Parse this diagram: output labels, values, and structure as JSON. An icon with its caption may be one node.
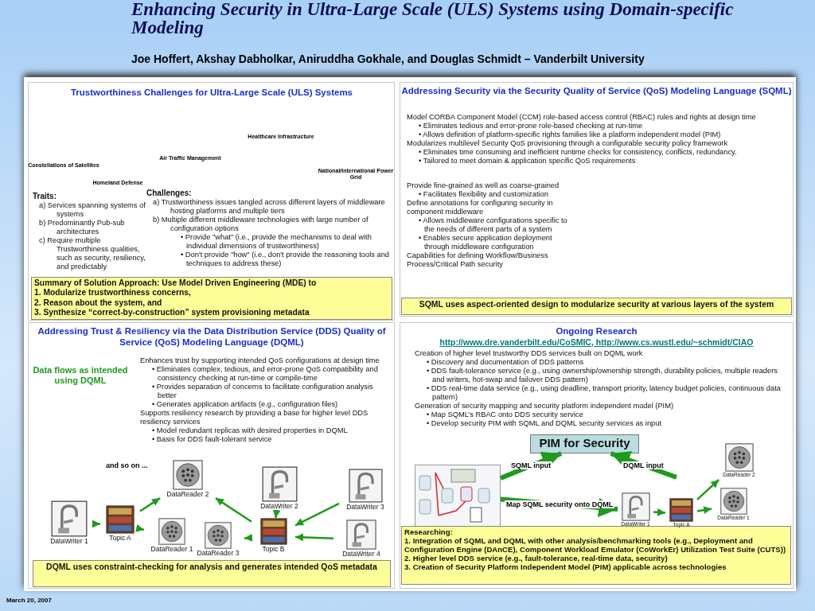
{
  "diagram": {
    "title": "Enhancing Security in Ultra-Large Scale (ULS) Systems using Domain-specific Modeling",
    "nodes": [
      {
        "text": [
          "Trustworthiness Challenges for Ultra-Large Scale (ULS) Systems",
          "Traits:",
          "a) Services spanning systems of systems",
          "b) Predominantly Pub-sub architectures",
          "c) Require multiple Trustworthiness qualities, such as security, resiliency, and predictably",
          "Challenges:",
          "a) Trustworthiness issues tangled across different layers of middleware hosting platforms and multiple tiers",
          "b) Multiple different middleware technologies with large number of configuration options",
          "• Provide \"what\" (i.e., provide the mechanisms to deal with individual dimensions of trustworthiness)",
          "• Don't provide \"how\" (i.e., don't provide the reasoning tools and techniques to address these)"
        ]
      },
      {
        "text": [
          "Summary of Solution Approach: Use Model Driven Engineering (MDE) to",
          "1. Modularize trustworthiness concerns,",
          "2. Reason about the system, and",
          "3. Synthesize “correct-by-construction” system provisioning metadata"
        ],
        "in": 0
      },
      {
        "text": [
          "Addressing Security via the Security Quality of Service (QoS) Modeling Language (SQML)",
          "Model CORBA Component Model (CCM) role-based access control (RBAC) rules and rights at design time",
          "• Eliminates tedious and error-prone role-based checking at run-time",
          "• Allows definition of platform-specific rights families like a platform independent model (PIM)",
          "Modularizes multilevel Security QoS provisioning through a configurable security policy framework",
          "• Eliminates time consuming and inefficient runtime checks for consistency, conflicts, redundancy.",
          "• Tailored to meet domain & application specific QoS requirements",
          "Provide fine-grained as well as coarse-grained",
          "• Facilitates flexibility and customization",
          "Define annotations for configuring security in component middleware",
          "• Allows middleware configurations specific to the needs of different parts of a system",
          "• Enables secure application deployment through middleware configuration",
          "Capabilities for defining Workflow/Business Process/Critical Path security"
        ]
      },
      {
        "text": [
          "SQML uses aspect-oriented design to modularize security at various layers of the system"
        ],
        "in": 2
      },
      {
        "text": [
          "Addressing Trust & Resiliency via the Data Distribution Service (DDS) Quality of Service (QoS) Modeling Language (DQML)",
          "Enhances trust by supporting intended QoS configurations at design time",
          "• Eliminates complex, tedious, and error-prone QoS compatibility and consistency checking at run-time or compile-time",
          "• Provides separation of concerns to facilitate configuration analysis better",
          "• Generates application artifacts (e.g., configuration files)",
          "Supports resiliency research by providing a base for higher level DDS resiliency services",
          "• Model redundant replicas with desired properties in DQML",
          "• Basis for DDS fault-tolerant service"
        ]
      },
      {
        "text": [
          "DataWriter 1"
        ],
        "in": 4
      },
      {
        "text": [
          "Topic A"
        ],
        "in": 4
      },
      {
        "text": [
          "DataReader 2"
        ],
        "in": 4
      },
      {
        "text": [
          "DataReader 1"
        ],
        "in": 4
      },
      {
        "text": [
          "DataReader 3"
        ],
        "in": 4
      },
      {
        "text": [
          "DataWriter 2"
        ],
        "in": 4
      },
      {
        "text": [
          "Topic B"
        ],
        "in": 4
      },
      {
        "text": [
          "DataWriter 3"
        ],
        "in": 4
      },
      {
        "text": [
          "DataWriter 4"
        ],
        "in": 4
      },
      {
        "text": [
          "DQML uses constraint-checking for analysis and generates intended QoS metadata"
        ],
        "in": 4
      },
      {
        "text": [
          "Ongoing Research",
          "http://www.dre.vanderbilt.edu/CoSMIC, http://www.cs.wustl.edu/~schmidt/CIAO",
          "Creation of higher level trustworthy DDS services built on DQML work",
          "• Discovery and documentation of DDS patterns",
          "• DDS fault-tolerance service (e.g., using ownership/ownership strength, durability policies, multiple readers and writers, hot-swap and failover DDS pattern)",
          "• DDS real-time data service (e.g., using deadline, transport priority, latency budget policies, continuous data pattern)",
          "Generation of security mapping and security platform independent model (PIM)",
          "• Map SQML’s RBAC onto DDS security service",
          "• Develop security PIM with SQML and DQML security services as input"
        ]
      },
      {
        "text": [
          "PIM for Security"
        ],
        "in": 15
      },
      {
        "text": [],
        "shape": "picture",
        "in": 15
      },
      {
        "text": [
          "DataWriter 1"
        ],
        "in": 15
      },
      {
        "text": [
          "Topic A"
        ],
        "in": 15
      },
      {
        "text": [
          "DataReader 2"
        ],
        "in": 15
      },
      {
        "text": [
          "DataReader 1"
        ],
        "in": 15
      },
      {
        "text": [
          "Researching:",
          "1. Integration of SQML and DQML with other analysis/benchmarking tools (e.g., Deployment and Configuration Engine (DAnCE), Component Workload Emulator (CoWorkEr) Utilization Test Suite (CUTS))",
          "2. Higher level DDS service (e.g., fault-tolerance, real-time data, security)",
          "3. Creation of Security Platform Independent Model (PIM) applicable across technologies"
        ],
        "in": 15
      }
    ],
    "edges": [
      {
        "from": 5,
        "to": 6,
        "arrow": "to"
      },
      {
        "from": 6,
        "to": 7,
        "arrow": "to"
      },
      {
        "from": 6,
        "to": 8,
        "arrow": "to"
      },
      {
        "from": 11,
        "to": 7,
        "arrow": "to"
      },
      {
        "from": 11,
        "to": 9,
        "arrow": "to"
      },
      {
        "from": 10,
        "to": 11,
        "arrow": "to"
      },
      {
        "from": 12,
        "to": 11,
        "arrow": "to"
      },
      {
        "from": 13,
        "to": 11,
        "arrow": "to"
      },
      {
        "from": 17,
        "to": 16,
        "arrow": "to",
        "label": "SQML input",
        "style": "thick"
      },
      {
        "from": null,
        "to": 16,
        "arrow": "to",
        "label": "DQML input",
        "style": "thick"
      },
      {
        "from": 17,
        "to": 18,
        "arrow": "to",
        "label": "Map SQML security onto DQML",
        "style": "thick"
      },
      {
        "from": 18,
        "to": 19,
        "arrow": "to"
      },
      {
        "from": 19,
        "to": 20,
        "arrow": "to"
      },
      {
        "from": 19,
        "to": 21,
        "arrow": "to"
      }
    ],
    "labels": [
      "Joe Hoffert, Akshay Dabholkar, Aniruddha Gokhale, and Douglas Schmidt – Vanderbilt University",
      "Constellations of Satellites",
      "Air Traffic Management",
      "Healthcare Infrastructure",
      "National/International Power Grid",
      "Homeland Defense",
      "Data flows as intended using DQML",
      "and so on ...",
      "March 20, 2007"
    ]
  }
}
